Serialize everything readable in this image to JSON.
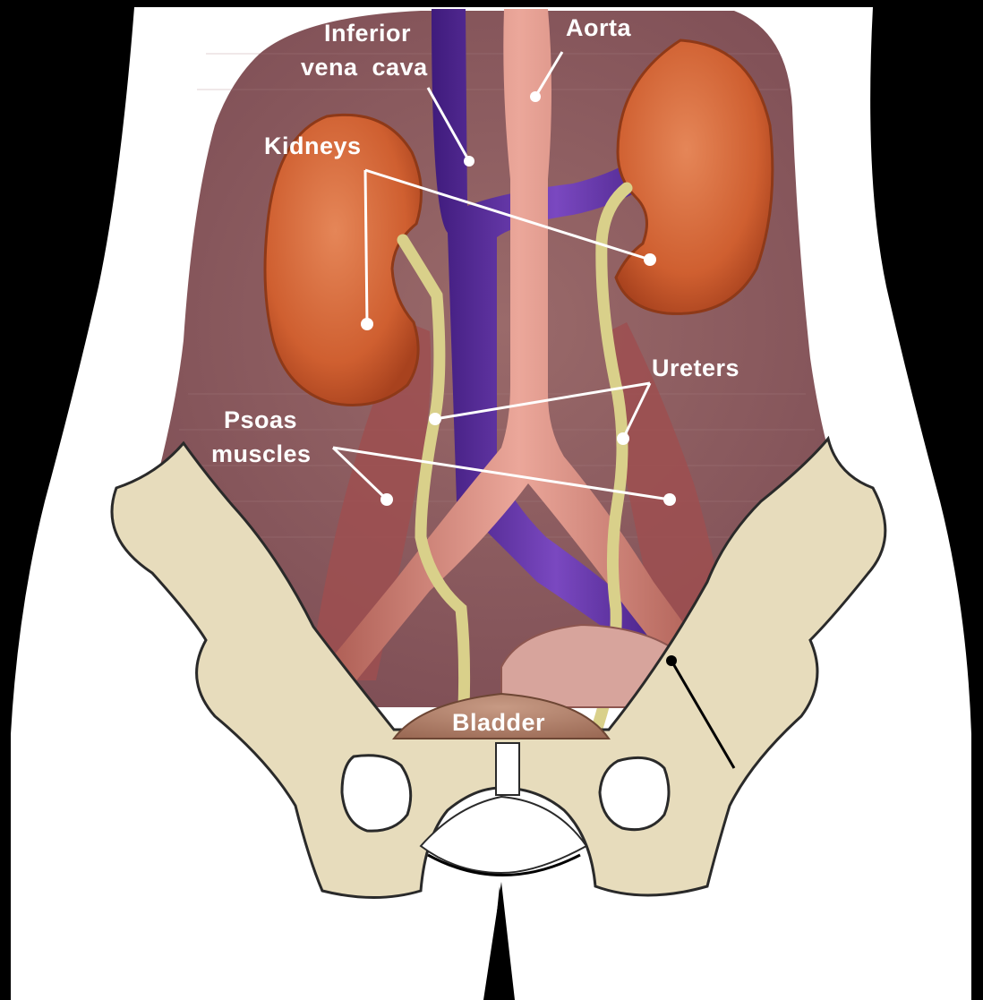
{
  "diagram": {
    "labels": {
      "inferior_vena_cava_line1": "Inferior",
      "inferior_vena_cava_line2": "vena  cava",
      "aorta": "Aorta",
      "kidneys": "Kidneys",
      "ureters": "Ureters",
      "psoas_line1": "Psoas",
      "psoas_line2": "muscles",
      "bladder": "Bladder"
    },
    "colors": {
      "background": "#000000",
      "body": "#ffffff",
      "abdomen": "#8a5a5c",
      "kidney": "#d4683c",
      "vena_cava": "#5a2c9c",
      "aorta": "#d38a7e",
      "ureter": "#d9d08a",
      "psoas": "#a55a58",
      "pelvis_bone": "#e7dcbc",
      "bladder": "#b9846c",
      "colon": "#a8506a",
      "leader_lines": "#ffffff"
    }
  }
}
